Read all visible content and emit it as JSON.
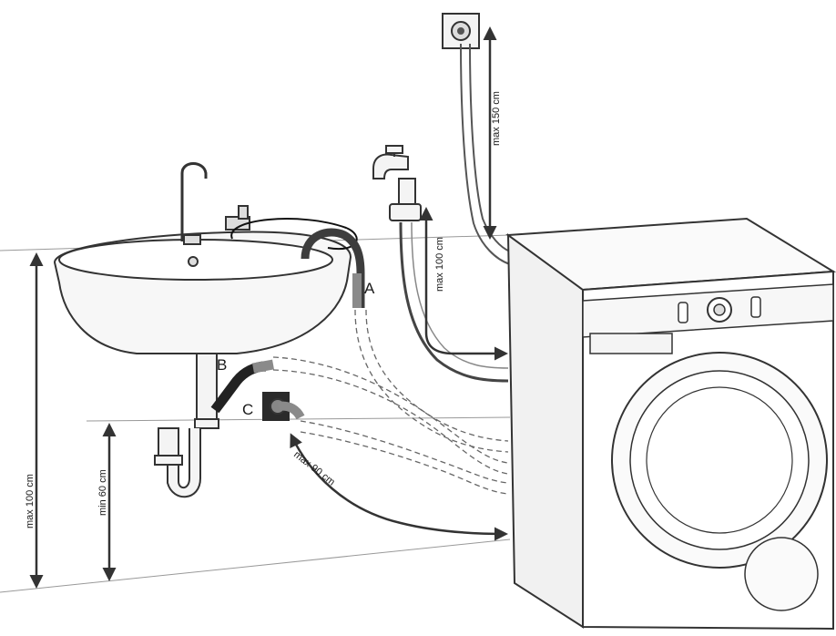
{
  "labels": {
    "point_a": "A",
    "point_b": "B",
    "point_c": "C"
  },
  "dimensions": {
    "socket_height": "max 150 cm",
    "tap_height": "max 100 cm",
    "sink_height": "max 100 cm",
    "standpipe_min": "min 60 cm",
    "drain_length": "max 90 cm"
  },
  "colors": {
    "line": "#2a2a2a",
    "arrow": "#3a3a3a",
    "hose_dark": "#3d3d3d",
    "hose_mid": "#8a8a8a",
    "fill_light": "#f4f4f4"
  }
}
